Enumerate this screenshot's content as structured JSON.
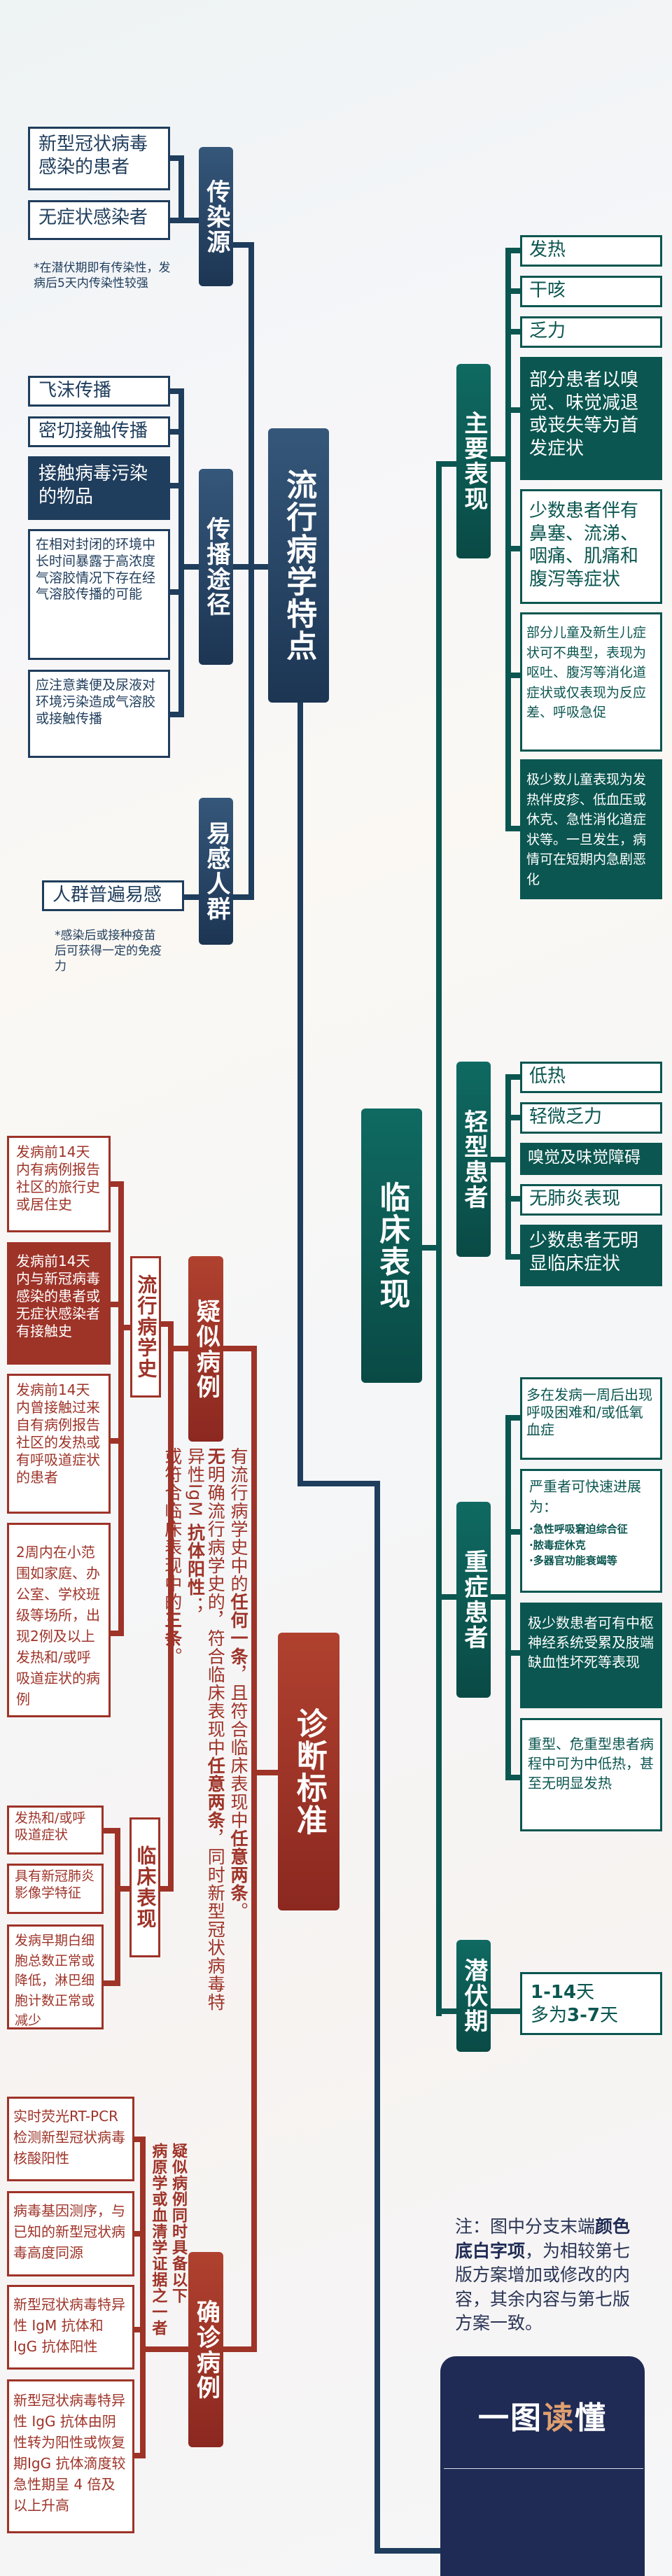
{
  "colors": {
    "epidemiology": "#1f3d5c",
    "clinical": "#0b5650",
    "diagnosis": "#9e3328",
    "banner": "#1f2b55",
    "banner_accent": "#e0a070"
  },
  "epidemiology": {
    "title": "流行病学特点",
    "source": {
      "label": "传染源",
      "items": [
        "新型冠状病毒感染的患者",
        "无症状感染者"
      ],
      "note": "*在潜伏期即有传染性，发病后5天内传染性较强"
    },
    "route": {
      "label": "传播途径",
      "items": [
        "飞沫传播",
        "密切接触传播",
        "接触病毒污染的物品",
        "在相对封闭的环境中长时间暴露于高浓度气溶胶情况下存在经气溶胶传播的可能",
        "应注意粪便及尿液对环境污染造成气溶胶或接触传播"
      ]
    },
    "population": {
      "label": "易感人群",
      "items": [
        "人群普遍易感"
      ],
      "note": "*感染后或接种疫苗后可获得一定的免疫力"
    }
  },
  "clinical": {
    "title": "临床表现",
    "main": {
      "label": "主要表现",
      "items": [
        "发热",
        "干咳",
        "乏力",
        "部分患者以嗅觉、味觉减退或丧失等为首发症状",
        "少数患者伴有鼻塞、流涕、咽痛、肌痛和腹泻等症状",
        "部分儿童及新生儿症状可不典型，表现为呕吐、腹泻等消化道症状或仅表现为反应差、呼吸急促",
        "极少数儿童表现为发热伴皮疹、低血压或休克、急性消化道症状等。一旦发生，病情可在短期内急剧恶化"
      ]
    },
    "mild": {
      "label": "轻型患者",
      "items": [
        "低热",
        "轻微乏力",
        "嗅觉及味觉障碍",
        "无肺炎表现",
        "少数患者无明显临床症状"
      ]
    },
    "severe": {
      "label": "重症患者",
      "items": [
        "多在发病一周后出现呼吸困难和/或低氧血症",
        "严重者可快速进展为：",
        "·急性呼吸窘迫综合征",
        "·脓毒症休克",
        "·多器官功能衰竭等",
        "极少数患者可有中枢神经系统受累及肢端缺血性坏死等表现",
        "重型、危重型患者病程中可为中低热，甚至无明显发热"
      ]
    },
    "incubation": {
      "label": "潜伏期",
      "line1_bold": "1-14",
      "line1_rest": "天",
      "line2_pre": "多为",
      "line2_bold": "3-7",
      "line2_rest": "天"
    }
  },
  "diagnosis": {
    "title": "诊断标准",
    "suspected": {
      "label": "疑似病例",
      "epi_history": {
        "label": "流行病学史",
        "items": [
          "发病前14天内有病例报告社区的旅行史或居住史",
          "发病前14天内与新冠病毒感染的患者或无症状感染者有接触史",
          "发病前14天内曾接触过来自有病例报告社区的发热或有呼吸道症状的患者",
          "2周内在小范围如家庭、办公室、学校班级等场所，出现2例及以上发热和/或呼吸道症状的病例"
        ]
      },
      "clinical": {
        "label": "临床表现",
        "items": [
          "发热和/或呼吸道症状",
          "具有新冠肺炎影像学特征",
          "发病早期白细胞总数正常或降低，淋巴细胞计数正常或减少"
        ]
      },
      "criteria": [
        [
          {
            "t": "有流行病学史中的"
          },
          {
            "t": "任何一条",
            "b": true
          },
          {
            "t": "，且符合临床表现中"
          },
          {
            "t": "任意两条",
            "b": true
          },
          {
            "t": "。"
          }
        ],
        [
          {
            "t": "无",
            "b": true
          },
          {
            "t": "明确流行病学史的，符合临床表现中"
          },
          {
            "t": "任意两条",
            "b": true
          },
          {
            "t": "，同时新型冠状病毒特异性IgM "
          },
          {
            "t": "抗体阳性",
            "b": true
          },
          {
            "t": "；"
          }
        ],
        [
          {
            "t": "或符合临床表现中的"
          },
          {
            "t": "三条",
            "b": true
          },
          {
            "t": "。"
          }
        ]
      ]
    },
    "confirmed": {
      "label": "确诊病例",
      "criteria": [
        "疑似病例同时具备以下",
        "病原学或血清学证据之一者"
      ],
      "items": [
        "实时荧光RT-PCR检测新型冠状病毒核酸阳性",
        "病毒基因测序，与已知的新型冠状病毒高度同源",
        "新型冠状病毒特异性 IgM 抗体和 IgG 抗体阳性",
        "新型冠状病毒特异性 IgG 抗体由阴性转为阳性或恢复期IgG 抗体滴度较急性期呈 4 倍及以上升高"
      ]
    }
  },
  "footnote": {
    "pre": "注：图中分支末端",
    "bold": "颜色底白字项",
    "post": "，为相较第七版方案增加或修改的内容，其余内容与第七版方案一致。"
  },
  "banner": {
    "part1": "一图",
    "accent": "读",
    "part2": "懂"
  }
}
